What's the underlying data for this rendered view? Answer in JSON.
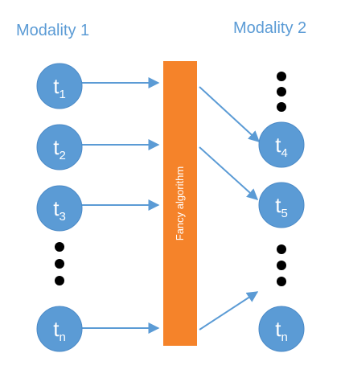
{
  "headings": {
    "left": "Modality 1",
    "right": "Modality 2"
  },
  "algorithm": {
    "label": "Fancy algorithm",
    "color": "#f5832a"
  },
  "left_nodes": [
    {
      "base": "t",
      "sub": "1"
    },
    {
      "base": "t",
      "sub": "2"
    },
    {
      "base": "t",
      "sub": "3"
    },
    {
      "base": "t",
      "sub": "n"
    }
  ],
  "right_nodes": [
    {
      "base": "t",
      "sub": "4"
    },
    {
      "base": "t",
      "sub": "5"
    },
    {
      "base": "t",
      "sub": "n"
    }
  ],
  "colors": {
    "node": "#5b9bd5",
    "arrow": "#5b9bd5",
    "ellipsis": "#000000",
    "background": "#ffffff"
  }
}
